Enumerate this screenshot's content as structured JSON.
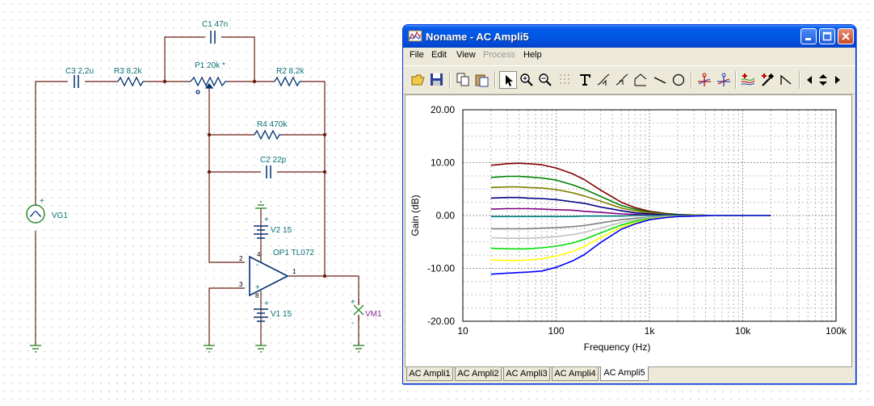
{
  "schematic": {
    "components": {
      "c1": "C1 47n",
      "c3": "C3 2,2u",
      "r3": "R3 8,2k",
      "p1": "P1 20k *",
      "r2": "R2 8,2k",
      "r4": "R4 470k",
      "c2": "C2 22p",
      "v2": "V2 15",
      "op1": "OP1 TL072",
      "vg1": "VG1",
      "v1": "V1 15",
      "vm1": "VM1"
    },
    "pins": {
      "op_in_minus": "2",
      "op_in_plus": "3",
      "op_out": "1",
      "op_v_pos": "4",
      "op_v_neg": "8"
    },
    "polarity": {
      "plus": "+",
      "minus": "-"
    }
  },
  "window": {
    "title": "Noname - AC Ampli5",
    "menu": [
      "File",
      "Edit",
      "View",
      "Process",
      "Help"
    ],
    "menu_disabled": "Process",
    "toolbar_buttons": [
      "open-icon",
      "save-icon",
      "copy-icon",
      "paste-icon",
      "select-arrow-icon",
      "zoom-in-icon",
      "zoom-out-icon",
      "grid-icon",
      "text-icon",
      "curve-label-icon",
      "curve-label-2-icon",
      "axis-label-icon",
      "line-icon",
      "ellipse-icon",
      "cursor-a-icon",
      "cursor-b-icon",
      "add-curve-icon",
      "color-picker-icon",
      "slope-icon",
      "arrow-left-icon",
      "arrow-up-down-icon",
      "arrow-right-icon"
    ],
    "tabs": [
      "AC Ampli1",
      "AC Ampli2",
      "AC Ampli3",
      "AC Ampli4",
      "AC Ampli5"
    ],
    "active_tab": "AC Ampli5",
    "colors": {
      "title_bar": "#0058e6",
      "face": "#ece9d8",
      "close_button": "#c94b27"
    }
  },
  "chart_data": {
    "type": "line",
    "xlabel": "Frequency (Hz)",
    "ylabel": "Gain (dB)",
    "x_scale": "log",
    "xlim": [
      10,
      100000
    ],
    "ylim": [
      -20,
      20
    ],
    "x_ticks": [
      10,
      100,
      1000,
      10000,
      100000
    ],
    "x_tick_labels": [
      "10",
      "100",
      "1k",
      "10k",
      "100k"
    ],
    "y_ticks": [
      20,
      10,
      0,
      -10,
      -20
    ],
    "y_tick_labels": [
      "20.00",
      "10.00",
      "0.00",
      "-10.00",
      "-20.00"
    ],
    "grid": "dotted, major and minor",
    "legend": "none",
    "x": [
      20,
      30,
      40,
      50,
      70,
      100,
      150,
      200,
      300,
      500,
      700,
      1000,
      1500,
      2000,
      3000,
      5000,
      10000,
      20000
    ],
    "series": [
      {
        "color": "#800000",
        "values": [
          9.5,
          9.8,
          9.9,
          9.8,
          9.6,
          9.0,
          7.9,
          6.8,
          4.8,
          2.5,
          1.5,
          0.8,
          0.4,
          0.2,
          0.1,
          0.0,
          0.0,
          0.0
        ]
      },
      {
        "color": "#008000",
        "values": [
          7.2,
          7.4,
          7.4,
          7.3,
          7.1,
          6.7,
          5.8,
          5.0,
          3.6,
          1.9,
          1.2,
          0.6,
          0.3,
          0.2,
          0.1,
          0.0,
          0.0,
          0.0
        ]
      },
      {
        "color": "#808000",
        "values": [
          5.3,
          5.4,
          5.4,
          5.3,
          5.2,
          4.9,
          4.3,
          3.7,
          2.7,
          1.4,
          0.9,
          0.5,
          0.2,
          0.1,
          0.1,
          0.0,
          0.0,
          0.0
        ]
      },
      {
        "color": "#000080",
        "values": [
          3.3,
          3.4,
          3.4,
          3.3,
          3.2,
          3.0,
          2.6,
          2.3,
          1.6,
          0.9,
          0.5,
          0.3,
          0.1,
          0.1,
          0.0,
          0.0,
          0.0,
          0.0
        ]
      },
      {
        "color": "#800080",
        "values": [
          1.2,
          1.3,
          1.3,
          1.3,
          1.2,
          1.1,
          1.0,
          0.8,
          0.6,
          0.3,
          0.2,
          0.1,
          0.0,
          0.0,
          0.0,
          0.0,
          0.0,
          0.0
        ]
      },
      {
        "color": "#008080",
        "values": [
          -0.2,
          -0.2,
          -0.2,
          -0.2,
          -0.2,
          -0.2,
          -0.2,
          -0.1,
          -0.1,
          -0.1,
          0.0,
          0.0,
          0.0,
          0.0,
          0.0,
          0.0,
          0.0,
          0.0
        ]
      },
      {
        "color": "#808080",
        "values": [
          -2.5,
          -2.5,
          -2.5,
          -2.5,
          -2.4,
          -2.3,
          -2.1,
          -1.9,
          -1.4,
          -0.8,
          -0.5,
          -0.3,
          -0.1,
          -0.1,
          0.0,
          0.0,
          0.0,
          0.0
        ]
      },
      {
        "color": "#c0c0c0",
        "values": [
          -4.2,
          -4.3,
          -4.3,
          -4.3,
          -4.2,
          -4.0,
          -3.6,
          -3.2,
          -2.4,
          -1.3,
          -0.8,
          -0.4,
          -0.2,
          -0.1,
          -0.1,
          0.0,
          0.0,
          0.0
        ]
      },
      {
        "color": "#00e000",
        "values": [
          -6.2,
          -6.3,
          -6.3,
          -6.3,
          -6.1,
          -5.8,
          -5.2,
          -4.5,
          -3.3,
          -1.8,
          -1.1,
          -0.6,
          -0.3,
          -0.2,
          -0.1,
          0.0,
          0.0,
          0.0
        ]
      },
      {
        "color": "#ffff00",
        "values": [
          -8.4,
          -8.5,
          -8.5,
          -8.4,
          -8.2,
          -7.7,
          -6.8,
          -5.9,
          -4.2,
          -2.2,
          -1.4,
          -0.7,
          -0.3,
          -0.2,
          -0.1,
          0.0,
          0.0,
          0.0
        ]
      },
      {
        "color": "#0000ff",
        "values": [
          -11.1,
          -10.9,
          -10.8,
          -10.7,
          -10.5,
          -9.8,
          -8.6,
          -7.4,
          -5.1,
          -2.6,
          -1.6,
          -0.8,
          -0.4,
          -0.2,
          -0.1,
          0.0,
          0.0,
          0.0
        ]
      }
    ]
  }
}
